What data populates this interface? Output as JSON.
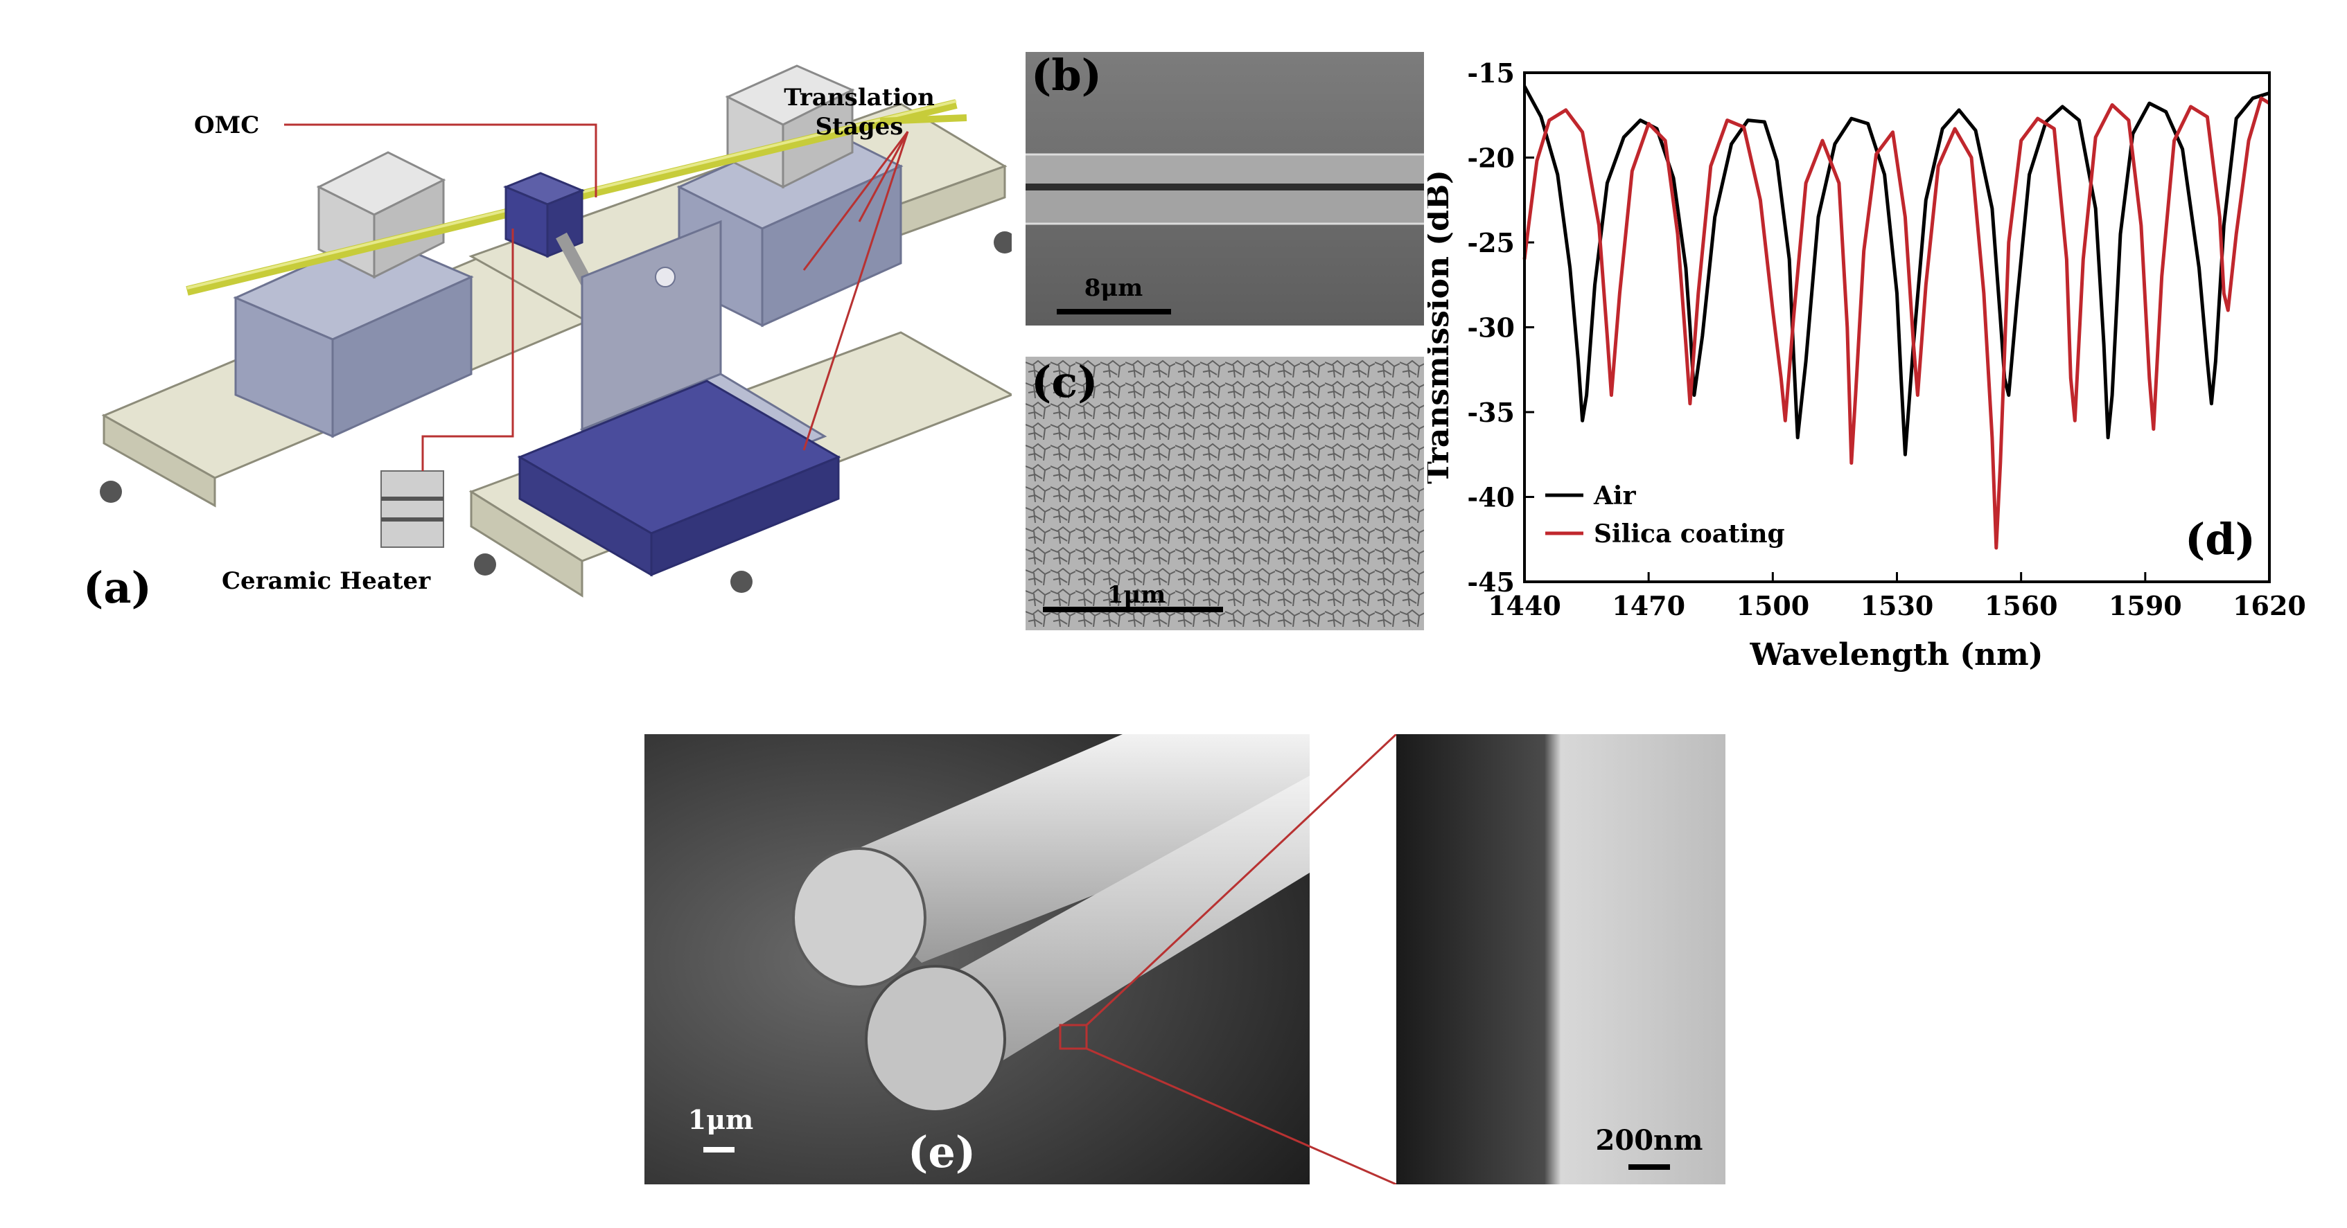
{
  "panel_a": {
    "label": "(a)",
    "omc_label": "OMC",
    "stages_label_line1": "Translation",
    "stages_label_line2": "Stages",
    "heater_label": "Ceramic Heater"
  },
  "panel_b": {
    "label": "(b)",
    "scale_bar": "8μm"
  },
  "panel_c": {
    "label": "(c)",
    "scale_bar": "1μm"
  },
  "panel_d": {
    "label": "(d)"
  },
  "panel_e": {
    "label": "(e)",
    "scale_bar_left": "1μm",
    "scale_bar_right": "200nm"
  },
  "chart_data": {
    "type": "line",
    "xlabel": "Wavelength (nm)",
    "ylabel": "Transmission (dB)",
    "xlim": [
      1440,
      1620
    ],
    "ylim": [
      -45,
      -15
    ],
    "xticks": [
      1440,
      1470,
      1500,
      1530,
      1560,
      1590,
      1620
    ],
    "yticks": [
      -15,
      -20,
      -25,
      -30,
      -35,
      -40,
      -45
    ],
    "legend_position": "bottom-left",
    "series": [
      {
        "name": "Air",
        "color": "#000000",
        "x": [
          1440,
          1444,
          1448,
          1451,
          1453,
          1454,
          1455,
          1457,
          1460,
          1464,
          1468,
          1472,
          1476,
          1479,
          1480,
          1481,
          1483,
          1486,
          1490,
          1494,
          1498,
          1501,
          1504,
          1505,
          1506,
          1508,
          1511,
          1515,
          1519,
          1523,
          1527,
          1530,
          1531,
          1532,
          1534,
          1537,
          1541,
          1545,
          1549,
          1553,
          1555,
          1556,
          1557,
          1559,
          1562,
          1566,
          1570,
          1574,
          1578,
          1580,
          1581,
          1582,
          1584,
          1587,
          1591,
          1595,
          1599,
          1603,
          1605,
          1606,
          1607,
          1609,
          1612,
          1616,
          1620
        ],
        "y": [
          -15.8,
          -17.6,
          -21.0,
          -26.5,
          -32.0,
          -35.5,
          -34.0,
          -27.5,
          -21.5,
          -18.8,
          -17.8,
          -18.3,
          -21.2,
          -26.5,
          -30.0,
          -34.0,
          -30.5,
          -23.5,
          -19.2,
          -17.8,
          -17.9,
          -20.2,
          -26.0,
          -31.5,
          -36.5,
          -32.0,
          -23.5,
          -19.2,
          -17.7,
          -18.0,
          -21.0,
          -28.0,
          -33.0,
          -37.5,
          -31.0,
          -22.5,
          -18.3,
          -17.2,
          -18.4,
          -23.0,
          -29.5,
          -33.0,
          -34.0,
          -28.5,
          -21.0,
          -17.9,
          -17.0,
          -17.8,
          -23.0,
          -31.0,
          -36.5,
          -34.0,
          -24.5,
          -18.6,
          -16.8,
          -17.3,
          -19.5,
          -26.5,
          -32.0,
          -34.5,
          -32.0,
          -24.0,
          -17.7,
          -16.5,
          -16.2
        ]
      },
      {
        "name": "Silica coating",
        "color": "#c0272d",
        "x": [
          1440,
          1441,
          1443,
          1446,
          1450,
          1454,
          1458,
          1460,
          1461,
          1463,
          1466,
          1470,
          1474,
          1477,
          1479,
          1480,
          1482,
          1485,
          1489,
          1493,
          1497,
          1500,
          1502,
          1503,
          1505,
          1508,
          1512,
          1516,
          1518,
          1519,
          1520,
          1522,
          1525,
          1529,
          1532,
          1534,
          1535,
          1537,
          1540,
          1544,
          1548,
          1551,
          1553,
          1554,
          1555,
          1557,
          1560,
          1564,
          1568,
          1571,
          1572,
          1573,
          1575,
          1578,
          1582,
          1586,
          1589,
          1591,
          1592,
          1594,
          1597,
          1601,
          1605,
          1608,
          1609,
          1610,
          1612,
          1615,
          1618,
          1620
        ],
        "y": [
          -26.0,
          -24.0,
          -20.2,
          -17.8,
          -17.2,
          -18.5,
          -24.0,
          -30.5,
          -34.0,
          -28.0,
          -20.8,
          -18.0,
          -19.0,
          -24.5,
          -31.0,
          -34.5,
          -28.0,
          -20.5,
          -17.8,
          -18.2,
          -22.5,
          -29.0,
          -33.0,
          -35.5,
          -29.5,
          -21.5,
          -19.0,
          -21.5,
          -30.0,
          -38.0,
          -34.0,
          -25.5,
          -19.8,
          -18.5,
          -23.5,
          -31.0,
          -34.0,
          -27.5,
          -20.5,
          -18.3,
          -20.0,
          -28.0,
          -36.5,
          -43.0,
          -38.0,
          -25.0,
          -19.0,
          -17.7,
          -18.3,
          -26.0,
          -33.0,
          -35.5,
          -26.0,
          -18.8,
          -16.9,
          -17.8,
          -24.0,
          -33.0,
          -36.0,
          -27.0,
          -19.0,
          -17.0,
          -17.6,
          -23.5,
          -28.0,
          -29.0,
          -24.5,
          -19.0,
          -16.5,
          -16.8
        ]
      }
    ]
  }
}
